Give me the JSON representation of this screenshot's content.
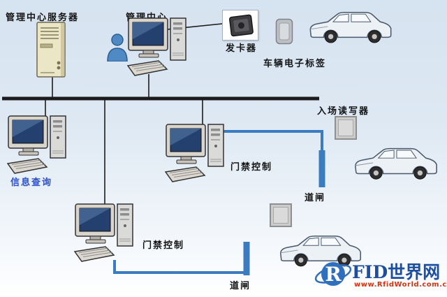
{
  "background": {
    "top_color": "#d6e3f0",
    "bottom_color": "#ffffff"
  },
  "colors": {
    "bus_line": "#1b1b1b",
    "connection_blue": "#3b7cc0",
    "info_query_label": "#2b50c8",
    "logo_blue": "#1d4fa0",
    "logo_red": "#d43413"
  },
  "labels": {
    "server": "管理中心服务器",
    "management_center": "管理中心",
    "card_issuer": "发卡器",
    "vehicle_tag": "车辆电子标签",
    "info_query": "信息查询",
    "access_control_right": "门禁控制",
    "access_control_bottom": "门禁控制",
    "entrance_reader": "入场读写器",
    "barrier_right": "道闸",
    "barrier_bottom": "道闸"
  },
  "icons": [
    "server-tower-icon",
    "operator-person-icon",
    "desktop-computer-icon",
    "card-issuer-device-icon",
    "vehicle-tag-icon",
    "car-icon",
    "rfid-reader-icon",
    "barrier-gate-bar",
    "rfid-globe-logo"
  ],
  "logo": {
    "letter": "R",
    "name": "FID世界网",
    "url": "www.RfidWorld.com.cn"
  }
}
